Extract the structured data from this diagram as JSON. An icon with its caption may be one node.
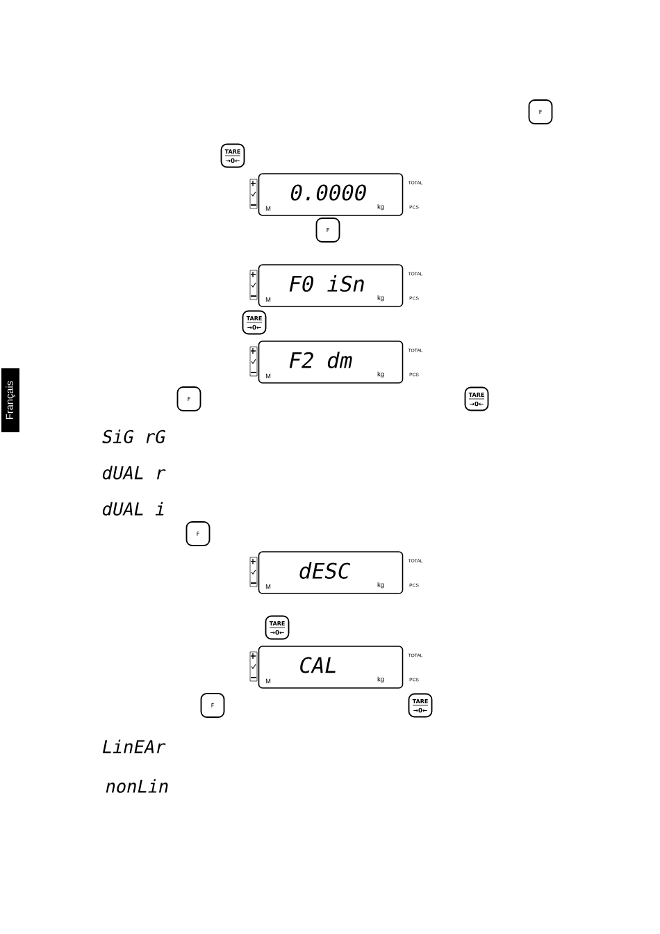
{
  "diagram": {
    "nodes": [
      {
        "text": [
          "F"
        ]
      },
      {
        "text": [
          "TARE",
          "→0←"
        ]
      },
      {
        "text": [
          "0.0000",
          "TOTAL",
          "M",
          "kg",
          "PCS"
        ]
      },
      {
        "text": [
          "F"
        ]
      },
      {
        "text": [
          "F0 iSn",
          "TOTAL",
          "M",
          "kg",
          "PCS"
        ]
      },
      {
        "text": [
          "TARE",
          "→0←"
        ]
      },
      {
        "text": [
          "F2 dm",
          "TOTAL",
          "M",
          "kg",
          "PCS"
        ]
      },
      {
        "text": [
          "F"
        ]
      },
      {
        "text": [
          "TARE",
          "→0←"
        ]
      },
      {
        "text": [
          "F"
        ]
      },
      {
        "text": [
          "dESC",
          "TOTAL",
          "M",
          "kg",
          "PCS"
        ]
      },
      {
        "text": [
          "TARE",
          "→0←"
        ]
      },
      {
        "text": [
          "CAL",
          "TOTAL",
          "M",
          "kg",
          "PCS"
        ]
      },
      {
        "text": [
          "F"
        ]
      },
      {
        "text": [
          "TARE",
          "→0←"
        ]
      },
      {
        "text": [
          "Français"
        ]
      }
    ],
    "labels": [
      "SiG rG",
      "dUAL r",
      "dUAL i",
      "LinEAr",
      "nonLin"
    ]
  }
}
